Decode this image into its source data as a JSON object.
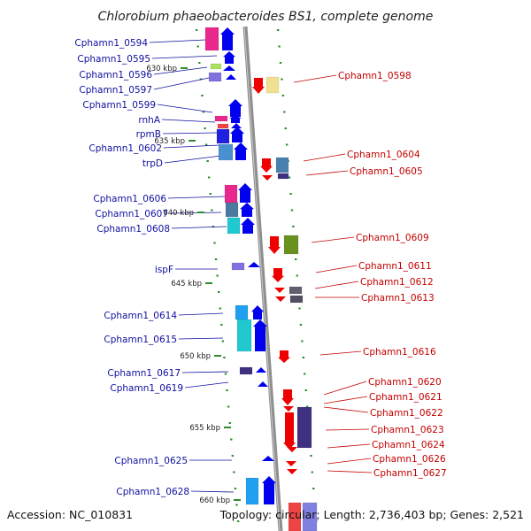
{
  "title": "Chlorobium phaeobacteroides BS1, complete genome",
  "footer": {
    "accession": "Accession: NC_010831",
    "topology": "Topology: circular; Length: 2,736,403 bp; Genes: 2,521"
  },
  "colors": {
    "backbone": "#8a8a8a",
    "forward_label": "#1010a0",
    "reverse_label": "#c40000",
    "tick": "#2e8b2e",
    "forward_gene": "#0000ee",
    "reverse_gene": "#ee0000"
  },
  "scale_labels": [
    "630 kbp",
    "635 kbp",
    "640 kbp",
    "645 kbp",
    "650 kbp",
    "655 kbp",
    "660 kbp"
  ],
  "forward_labels": [
    "Cphamn1_0594",
    "Cphamn1_0595",
    "Cphamn1_0596",
    "Cphamn1_0597",
    "Cphamn1_0599",
    "rnhA",
    "rpmB",
    "Cphamn1_0602",
    "trpD",
    "Cphamn1_0606",
    "Cphamn1_0607",
    "Cphamn1_0608",
    "ispF",
    "Cphamn1_0614",
    "Cphamn1_0615",
    "Cphamn1_0617",
    "Cphamn1_0619",
    "Cphamn1_0625",
    "Cphamn1_0628"
  ],
  "reverse_labels": [
    "Cphamn1_0598",
    "Cphamn1_0604",
    "Cphamn1_0605",
    "Cphamn1_0609",
    "Cphamn1_0611",
    "Cphamn1_0612",
    "Cphamn1_0613",
    "Cphamn1_0616",
    "Cphamn1_0620",
    "Cphamn1_0621",
    "Cphamn1_0622",
    "Cphamn1_0623",
    "Cphamn1_0624",
    "Cphamn1_0626",
    "Cphamn1_0627"
  ]
}
